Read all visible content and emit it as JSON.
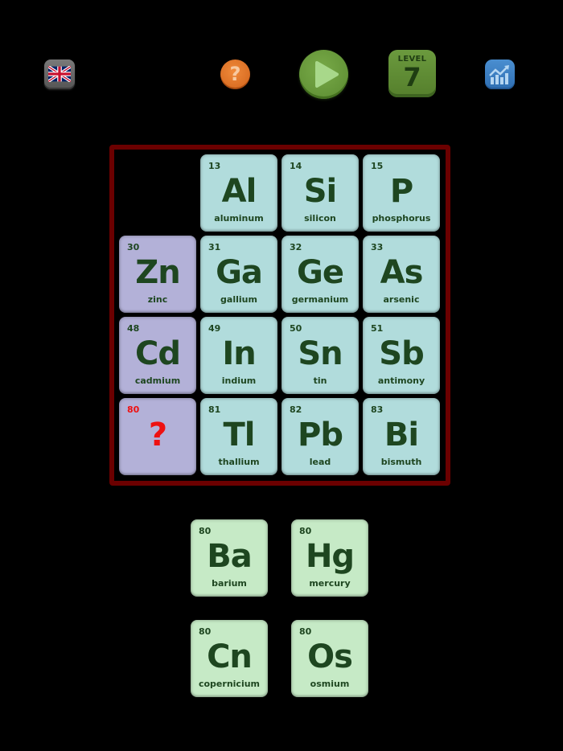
{
  "toolbar": {
    "language_icon": "uk-flag-icon",
    "help_icon": "question-mark-icon",
    "help_glyph": "?",
    "play_icon": "play-icon",
    "level_label": "LEVEL",
    "level_number": "7",
    "stats_icon": "chart-trend-icon"
  },
  "colors": {
    "board_border": "#6b0000",
    "tile_teal": "#b1dcdc",
    "tile_violet": "#b3b1d8",
    "tile_mint": "#c6eac6",
    "text_green": "#1e4620",
    "missing_red": "#ee1111"
  },
  "board": {
    "tiles": [
      {
        "number": "13",
        "symbol": "Al",
        "name": "aluminum"
      },
      {
        "number": "14",
        "symbol": "Si",
        "name": "silicon"
      },
      {
        "number": "15",
        "symbol": "P",
        "name": "phosphorus"
      },
      {
        "number": "30",
        "symbol": "Zn",
        "name": "zinc"
      },
      {
        "number": "31",
        "symbol": "Ga",
        "name": "gallium"
      },
      {
        "number": "32",
        "symbol": "Ge",
        "name": "germanium"
      },
      {
        "number": "33",
        "symbol": "As",
        "name": "arsenic"
      },
      {
        "number": "48",
        "symbol": "Cd",
        "name": "cadmium"
      },
      {
        "number": "49",
        "symbol": "In",
        "name": "indium"
      },
      {
        "number": "50",
        "symbol": "Sn",
        "name": "tin"
      },
      {
        "number": "51",
        "symbol": "Sb",
        "name": "antimony"
      },
      {
        "number": "80",
        "symbol": "?",
        "name": ""
      },
      {
        "number": "81",
        "symbol": "Tl",
        "name": "thallium"
      },
      {
        "number": "82",
        "symbol": "Pb",
        "name": "lead"
      },
      {
        "number": "83",
        "symbol": "Bi",
        "name": "bismuth"
      }
    ]
  },
  "choices": [
    {
      "number": "80",
      "symbol": "Ba",
      "name": "barium"
    },
    {
      "number": "80",
      "symbol": "Hg",
      "name": "mercury"
    },
    {
      "number": "80",
      "symbol": "Cn",
      "name": "copernicium"
    },
    {
      "number": "80",
      "symbol": "Os",
      "name": "osmium"
    }
  ]
}
